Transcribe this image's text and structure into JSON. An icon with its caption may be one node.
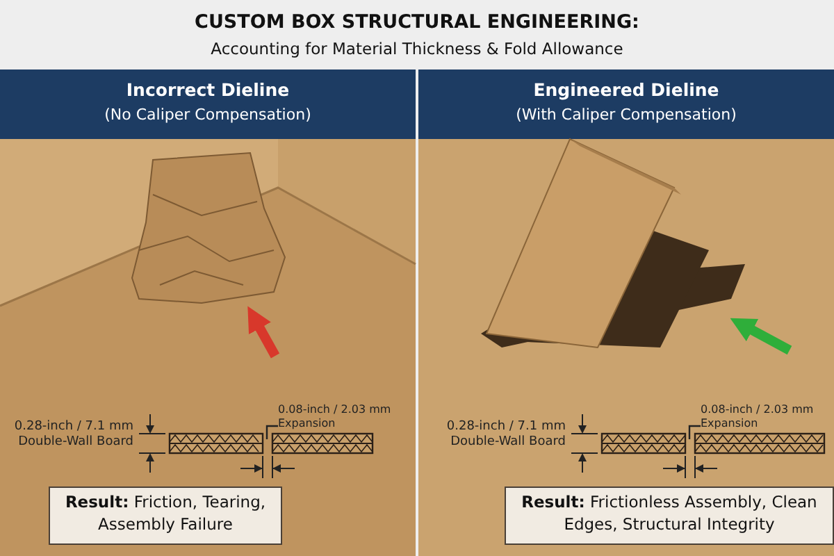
{
  "diagram": {
    "title": "CUSTOM BOX STRUCTURAL ENGINEERING:",
    "nodes": [
      {
        "text": [
          "Incorrect Dieline",
          "(No Caliper Compensation)"
        ]
      },
      {
        "text": [],
        "shape": "picture",
        "in": 0
      },
      {
        "text": [
          "0.08-inch / 2.03 mm Expansion"
        ],
        "in": 0
      },
      {
        "text": [
          "**Result:** Friction, Tearing, Assembly Failure"
        ],
        "in": 0
      },
      {
        "text": [
          "Engineered Dieline",
          "(With Caliper Compensation)"
        ]
      },
      {
        "text": [],
        "shape": "picture",
        "in": 4
      },
      {
        "text": [
          "0.08-inch / 2.03 mm Expansion"
        ],
        "in": 4
      },
      {
        "text": [
          "**Result:** Frictionless Assembly, Clean Edges, Structural Integrity"
        ],
        "in": 4
      }
    ],
    "edges": [
      {
        "from": null,
        "to": 1,
        "arrow": "to",
        "style": "thick",
        "color": "#d8382b"
      },
      {
        "from": null,
        "to": 5,
        "arrow": "to",
        "style": "thick",
        "color": "#2fae3a"
      },
      {
        "from": 2,
        "to": null,
        "arrow": "none"
      },
      {
        "from": 6,
        "to": null,
        "arrow": "none"
      }
    ],
    "labels": [
      "Accounting for Material Thickness & Fold Allowance",
      "0.28-inch / 7.1 mm Double-Wall Board",
      "0.28-inch / 7.1 mm Double-Wall Board"
    ]
  }
}
